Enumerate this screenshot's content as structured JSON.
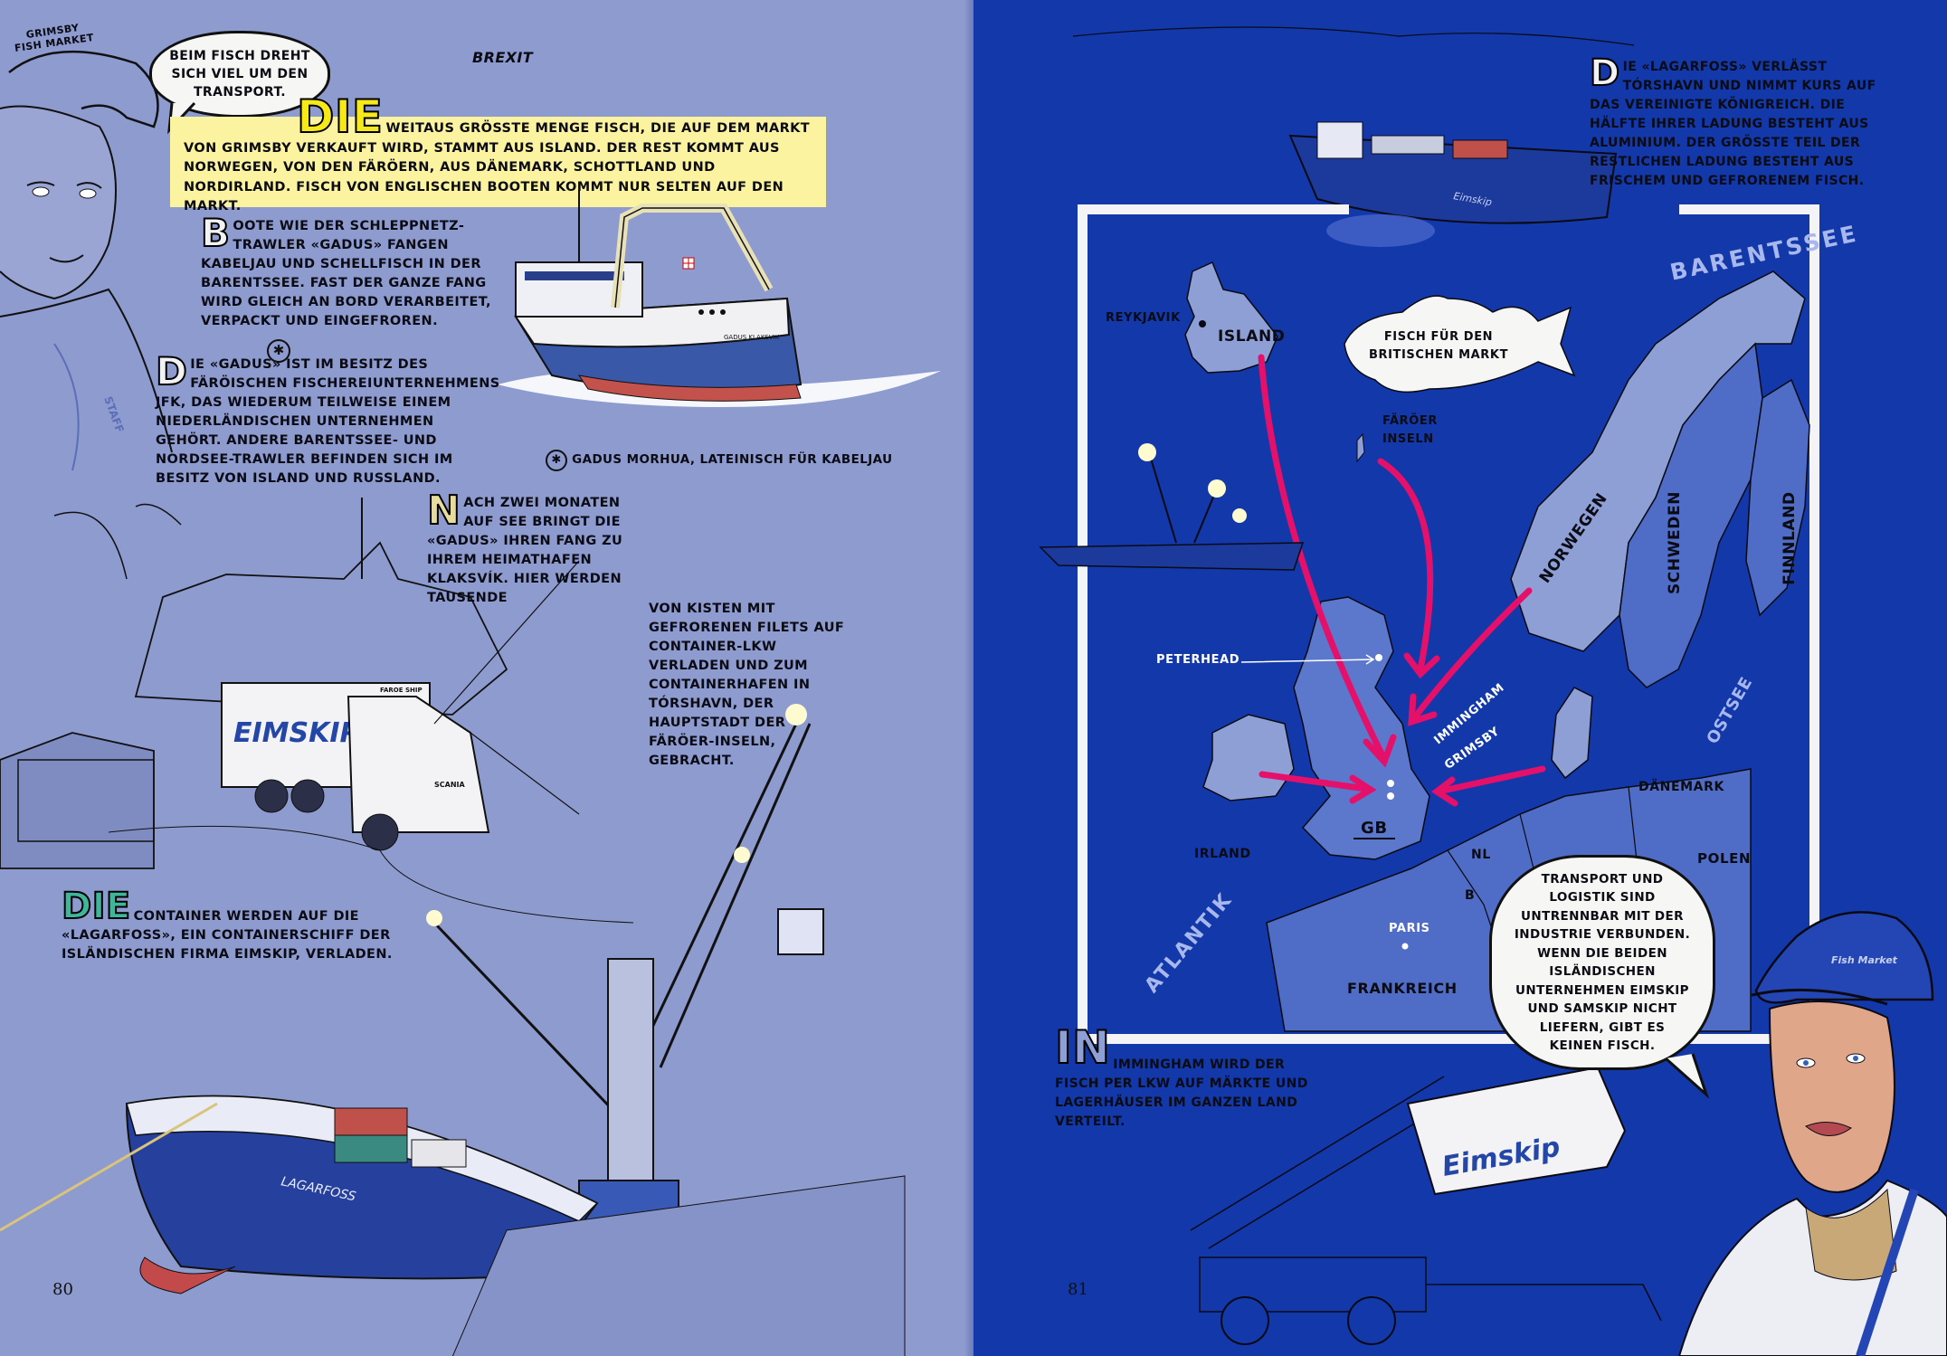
{
  "left_page": {
    "header": "Brexit",
    "page_number": "80",
    "speech_bubble": "Beim Fisch dreht sich viel um den Transport.",
    "intro": {
      "dropcap": "Die",
      "text": "weitaus grösste Menge Fisch, die auf dem Markt von Grimsby verkauft wird, stammt aus Island. Der Rest kommt aus Norwegen, von den Färöern, aus Dänemark, Schottland und Nordirland. Fisch von englischen Booten kommt nur selten auf den Markt."
    },
    "paragraph_boote": {
      "dropcap": "B",
      "text": "oote wie der Schleppnetz-Trawler «Gadus» fangen Kabeljau und Schellfisch in der Barentssee. Fast der ganze Fang wird gleich an Bord verarbeitet, verpackt und eingefroren."
    },
    "paragraph_gadus": {
      "dropcap": "D",
      "text": "ie «Gadus» ist im Besitz des färöischen Fischereiunternehmens JFK, das wiederum teilweise einem niederländischen Unternehmen gehört. Andere Barentssee- und Nordsee-Trawler befinden sich im Besitz von Island und Russland."
    },
    "footnote": {
      "marker": "✱",
      "text": "Gadus morhua, lateinisch für Kabeljau"
    },
    "paragraph_nach": {
      "dropcap": "N",
      "text_1": "ach zwei Monaten auf See bringt die «Gadus» ihren Fang zu ihrem Heimathafen Klaksvík. Hier werden Tausende",
      "text_2": "von Kisten mit gefrorenen Filets auf Container-LKW verladen und zum Containerhafen in Tórshavn, der Hauptstadt der Färöer-Inseln, gebracht."
    },
    "paragraph_container": {
      "dropcap": "Die",
      "text": "Container werden auf die «Lagarfoss», ein Containerschiff der isländischen Firma Eimskip, verladen."
    },
    "illustration_text": {
      "cap_logo": "Grimsby Fish Market",
      "staff": "Staff",
      "truck_brand": "Eimskip",
      "truck_make": "Scania",
      "faroe_ship": "Faroe Ship",
      "ship_name": "Lagarfoss",
      "trawler_name": "Gadus Klaksvik"
    }
  },
  "right_page": {
    "page_number": "81",
    "paragraph_lagarfoss": {
      "dropcap": "D",
      "text": "ie «Lagarfoss» verlässt Tórshavn und nimmt Kurs auf das Vereinigte Königreich. Die Hälfte ihrer Ladung besteht aus Aluminium. Der grösste Teil der restlichen Ladung besteht aus frischem und gefrorenem Fisch."
    },
    "paragraph_immingham": {
      "dropcap": "In",
      "text": "Immingham wird der Fisch per LKW auf Märkte und Lagerhäuser im ganzen Land verteilt."
    },
    "speech_bubble": "Transport und Logistik sind untrennbar mit der Industrie verbunden. Wenn die beiden isländischen Unternehmen Eimskip und Samskip nicht liefern, gibt es keinen Fisch.",
    "illustration_text": {
      "ship_brand": "Eimskip",
      "container_brand": "Eimskip",
      "cap_logo": "Fish Market"
    },
    "map": {
      "fish_label": "Fisch für den britischen Markt",
      "labels": {
        "reykjavik": "Reykjavik",
        "island": "Island",
        "faroer": "Färöer Inseln",
        "barentssee": "Barentssee",
        "norwegen": "Norwegen",
        "schweden": "Schweden",
        "finnland": "Finnland",
        "ostsee": "Ostsee",
        "daenemark": "Dänemark",
        "polen": "Polen",
        "nl": "NL",
        "b": "B",
        "paris": "Paris",
        "frankreich": "Frankreich",
        "atlantik": "Atlantik",
        "irland": "Irland",
        "gb": "GB",
        "peterhead": "Peterhead",
        "immingham": "Immingham",
        "grimsby": "Grimsby"
      },
      "colors": {
        "sea": "#1238aa",
        "land_light": "#8e9fd6",
        "land_mid": "#4f6cc6",
        "arrow": "#e4106a",
        "frame": "#f4f4f6"
      }
    }
  },
  "colors": {
    "left_bg": "#8e9bcf",
    "right_bg": "#1238aa",
    "highlight": "#fbf3a0",
    "dropcap_yellow": "#f7e819",
    "dropcap_green": "#3fb59a",
    "dropcap_tan": "#e8dc9c"
  }
}
